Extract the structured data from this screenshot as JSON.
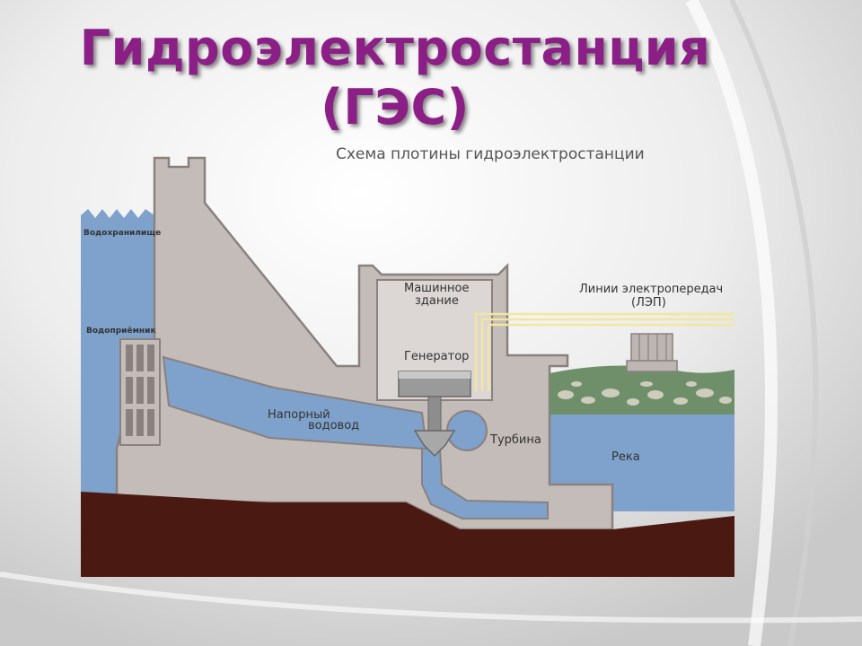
{
  "title": {
    "line1": "Гидроэлектростанция",
    "line2": "(ГЭС)"
  },
  "subtitle": "Схема плотины гидроэлектростанции",
  "labels": {
    "reservoir": "Водохранилище",
    "intake": "Водоприёмник",
    "powerhouse_l1": "Машинное",
    "powerhouse_l2": "здание",
    "generator": "Генератор",
    "penstock_l1": "Напорный",
    "penstock_l2": "водовод",
    "turbine": "Турбина",
    "powerlines_l1": "Линии электропередач",
    "powerlines_l2": "(ЛЭП)",
    "river": "Река"
  },
  "colors": {
    "title": "#8b1f86",
    "water": "#7fa2cc",
    "dam": "#c3bcb9",
    "dam_outline": "#8a817e",
    "ground": "#4a1a12",
    "lines": "#f2e6a0"
  }
}
